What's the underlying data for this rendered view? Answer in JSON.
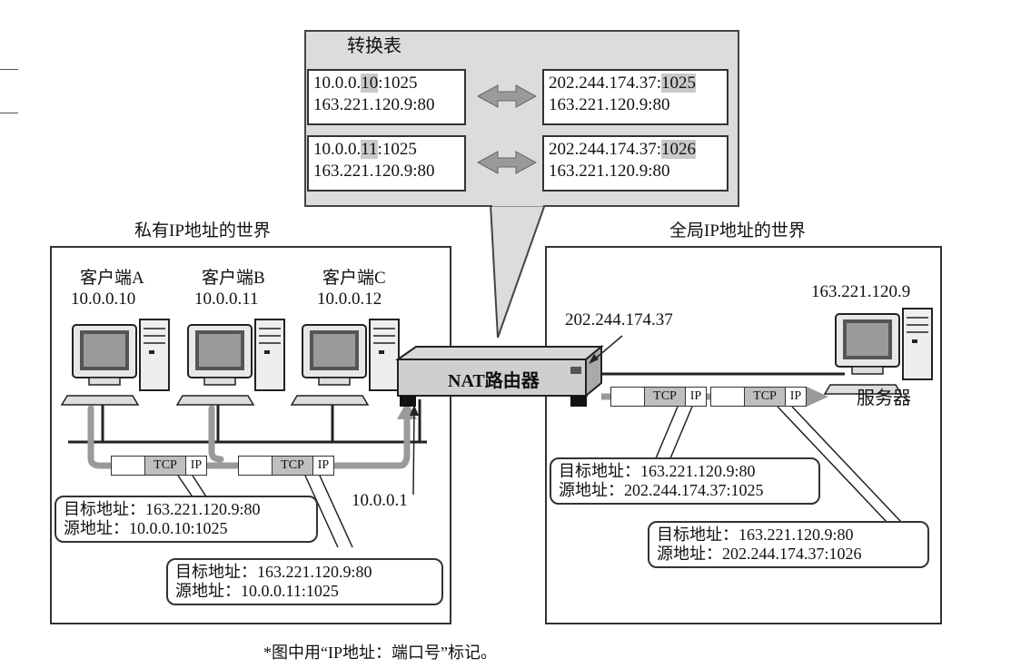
{
  "table": {
    "title": "转换表",
    "rows": [
      {
        "private_ip_pre": "10.0.0.",
        "private_ip_hl": "10",
        "private_port": ":1025",
        "private_dst": "163.221.120.9:80",
        "global_ip": "202.244.174.37:",
        "global_port_hl": "1025",
        "global_dst": "163.221.120.9:80"
      },
      {
        "private_ip_pre": "10.0.0.",
        "private_ip_hl": "11",
        "private_port": ":1025",
        "private_dst": "163.221.120.9:80",
        "global_ip": "202.244.174.37:",
        "global_port_hl": "1026",
        "global_dst": "163.221.120.9:80"
      }
    ]
  },
  "private_world": {
    "title": "私有IP地址的世界",
    "clients": [
      {
        "name": "客户端A",
        "ip": "10.0.0.10"
      },
      {
        "name": "客户端B",
        "ip": "10.0.0.11"
      },
      {
        "name": "客户端C",
        "ip": "10.0.0.12"
      }
    ],
    "router_inner_ip": "10.0.0.1",
    "packet_a": {
      "dst": "目标地址：163.221.120.9:80",
      "src": "源地址：10.0.0.10:1025"
    },
    "packet_b": {
      "dst": "目标地址：163.221.120.9:80",
      "src": "源地址：10.0.0.11:1025"
    }
  },
  "global_world": {
    "title": "全局IP地址的世界",
    "router_outer_ip": "202.244.174.37",
    "server_ip": "163.221.120.9",
    "server_label": "服务器",
    "packet_1": {
      "dst": "目标地址：163.221.120.9:80",
      "src": "源地址：202.244.174.37:1025"
    },
    "packet_2": {
      "dst": "目标地址：163.221.120.9:80",
      "src": "源地址：202.244.174.37:1026"
    }
  },
  "router": {
    "label": "NAT路由器"
  },
  "packet_labels": {
    "tcp": "TCP",
    "ip": "IP"
  },
  "footnote": "*图中用“IP地址：端口号”标记。",
  "colors": {
    "arrow_gray": "#9a9a9a",
    "highlight": "#c9c9c9",
    "callout_bg": "#dcdcdc"
  }
}
